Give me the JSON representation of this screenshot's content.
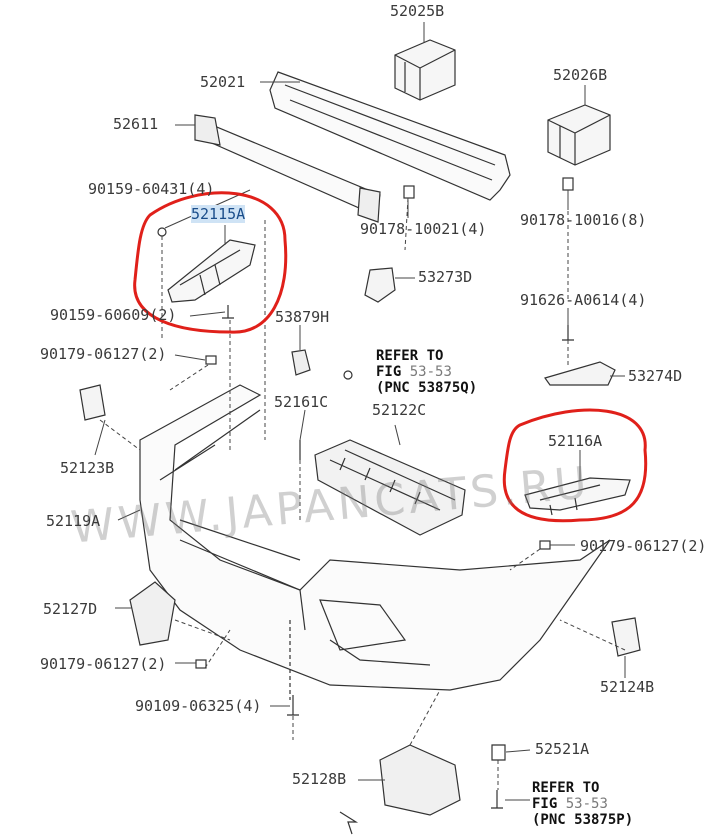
{
  "watermark": "WWW.JAPANCATS.RU",
  "parts": {
    "p52025B": "52025B",
    "p52021": "52021",
    "p52026B": "52026B",
    "p52611": "52611",
    "p9015960431": "90159-60431(4)",
    "p52115A": "52115A",
    "p9017810021": "90178-10021(4)",
    "p9017810016": "90178-10016(8)",
    "p53273D": "53273D",
    "p9015960609": "90159-60609(2)",
    "p53879H": "53879H",
    "p91626A0614": "91626-A0614(4)",
    "p9017906127a": "90179-06127(2)",
    "p53274D": "53274D",
    "p52161C": "52161C",
    "p52122C": "52122C",
    "p52116A": "52116A",
    "p52123B": "52123B",
    "p52119A": "52119A",
    "p9017906127b": "90179-06127(2)",
    "p52127D": "52127D",
    "p9017906127c": "90179-06127(2)",
    "p52124B": "52124B",
    "p9010906325": "90109-06325(4)",
    "p52521A": "52521A",
    "p52128B": "52128B"
  },
  "refer1": {
    "line1": "REFER TO",
    "fig": "FIG",
    "figref": "53-53",
    "pnc": "(PNC 53875Q)"
  },
  "refer2": {
    "line1": "REFER TO",
    "fig": "FIG",
    "figref": "53-53",
    "pnc": "(PNC 53875P)"
  },
  "colors": {
    "highlight": "#e0201a",
    "line": "#333333",
    "label": "#3a3a3a"
  }
}
